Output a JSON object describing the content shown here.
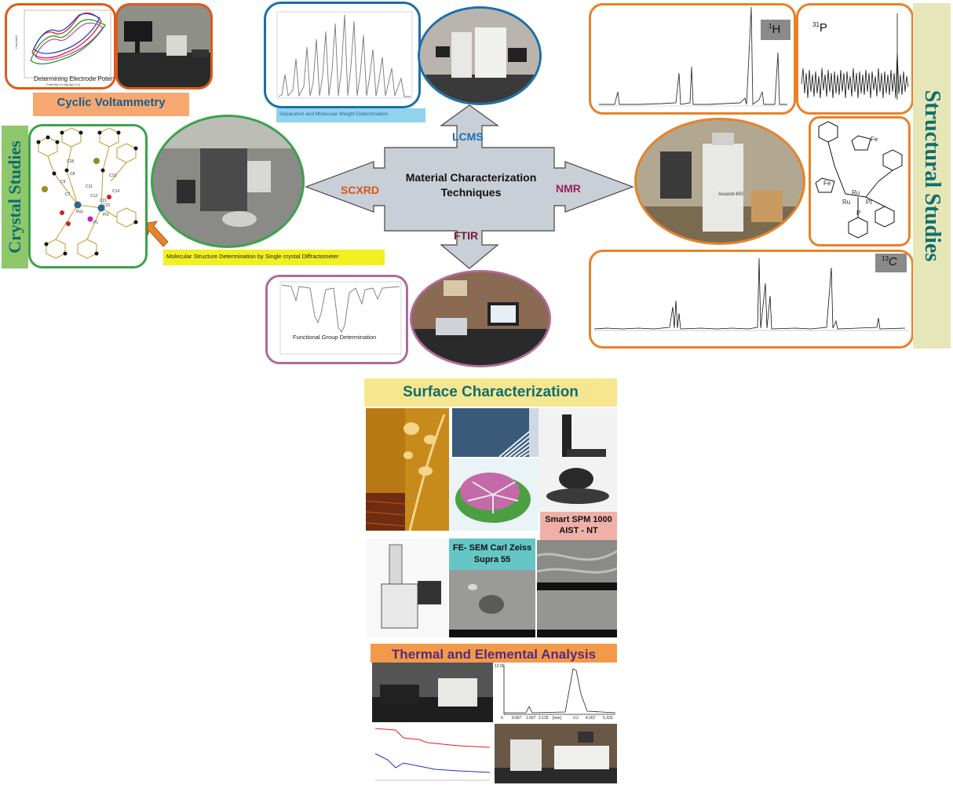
{
  "center": {
    "title_line1": "Material Characterization",
    "title_line2": "Techniques",
    "arrow_up": "LCMS",
    "arrow_left": "SCXRD",
    "arrow_right": "NMR",
    "arrow_down": "FTIR"
  },
  "cyclic_voltammetry": {
    "title": "Cyclic Voltammetry",
    "caption": "Determining Electrode Potential",
    "xaxis": "Potential Vs Ag/AgCl (V)",
    "yaxis": "Current/A"
  },
  "lcms": {
    "caption": "Separation and Molecular Weight Determination"
  },
  "crystal": {
    "side_title": "Crystal Studies",
    "caption": "Molecular Structure Determination by Single crystal Diffractometer",
    "atom_labels": [
      "C18",
      "C8",
      "C9",
      "C13",
      "C7",
      "C12",
      "C11",
      "Ru1",
      "Pt1",
      "P1",
      "C14",
      "C21",
      "C22"
    ]
  },
  "ftir": {
    "caption": "Functional Group Determination"
  },
  "nmr": {
    "side_title": "Structural Studies",
    "h1_label": "1H",
    "h1_sup": "1",
    "h1_main": "H",
    "p31_sup": "31",
    "p31_main": "P",
    "c13_sup": "13",
    "c13_main": "C",
    "structure_labels": [
      "Fe",
      "Fe",
      "Ru",
      "Ru",
      "Pt",
      "P"
    ],
    "instrument_label": "Ascend 400"
  },
  "surface": {
    "title": "Surface Characterization",
    "spm_label_line1": "Smart SPM 1000",
    "spm_label_line2": "AIST - NT",
    "sem_label_line1": "FE- SEM Carl Zeiss",
    "sem_label_line2": "Supra 55"
  },
  "thermal": {
    "title": "Thermal and Elemental Analysis",
    "chrom_xticks": [
      "0",
      "0.667",
      "1.667",
      "2.133",
      "3.2",
      "4.267",
      "5.333"
    ],
    "chrom_ylabel": "12.00",
    "chrom_xunit": "[min]"
  },
  "colors": {
    "orange_frame": "#e8822a",
    "green_frame": "#3aa44a",
    "blue_frame": "#1c6fa8",
    "pink_frame": "#b06a9a",
    "arrow_fill": "#c9cfd6",
    "teal_text": "#0e6e6e",
    "cv_title_bg": "#f7a870",
    "side_green_bg": "#8fc76b",
    "side_beige_bg": "#e6e6b8",
    "surface_title_bg": "#f6e690",
    "thermal_title_bg": "#f39a4a",
    "thermal_title_text": "#5a2a7a",
    "spm_label_bg": "#f0b0a8",
    "sem_label_bg": "#66c6c6",
    "lcms_caption_bg": "#8fd3ec",
    "crystal_caption_bg": "#f2f020"
  }
}
